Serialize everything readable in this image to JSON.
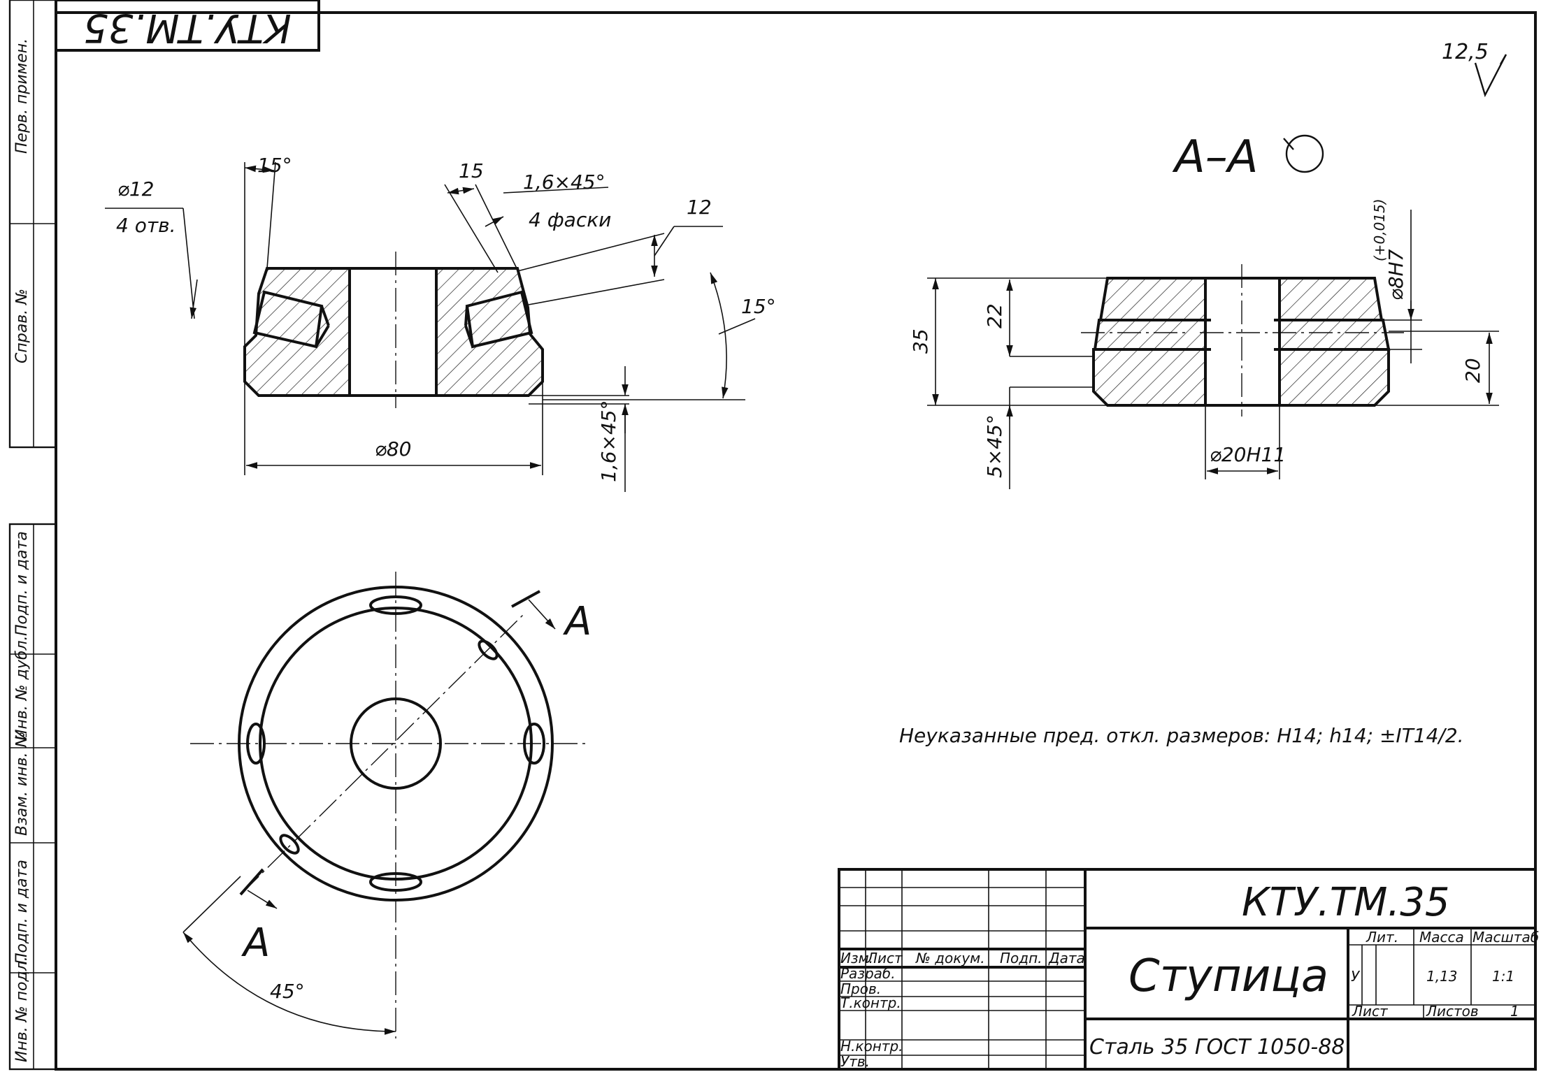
{
  "designation_top": "КТУ.ТМ.35",
  "roughness": "12,5",
  "section": {
    "label": "А–А"
  },
  "cut_marks": {
    "upper": "А",
    "lower": "А"
  },
  "angles": {
    "view": "45°"
  },
  "left_view_dims": {
    "hole_dia": "⌀12",
    "hole_count": "4 отв.",
    "angle_top": "15°",
    "dim_15": "15",
    "chamfer": "1,6×45°",
    "chamfer_count": "4 фаски",
    "dim_12": "12",
    "angle_right": "15°",
    "dia_80": "⌀80",
    "chamfer_bottom": "1,6×45°"
  },
  "section_dims": {
    "d35": "35",
    "d22": "22",
    "chamfer": "5×45°",
    "bore": "⌀20H11",
    "hole_fit": "⌀8H7",
    "hole_tol": "(+0,015)",
    "d20": "20"
  },
  "note": "Неуказанные пред. откл. размеров: H14; h14; ±IT14/2.",
  "side_labels": [
    "Перв. примен.",
    "Справ. №",
    "Подп. и дата",
    "Инв. № дубл.",
    "Взам. инв. №",
    "Подп. и дата",
    "Инв. № подл."
  ],
  "title_block": {
    "designation": "КТУ.ТМ.35",
    "part_name": "Ступица",
    "material": "Сталь 35 ГОСТ 1050-88",
    "headers": {
      "izm": "Изм.",
      "list": "Лист",
      "doc": "№ докум.",
      "sign": "Подп.",
      "date": "Дата"
    },
    "roles": [
      "Разраб.",
      "Пров.",
      "Т.контр.",
      "Н.контр.",
      "Утв."
    ],
    "lit_label": "Лит.",
    "mass_label": "Масса",
    "scale_label": "Масштаб",
    "lit_value": "У",
    "mass_value": "1,13",
    "scale_value": "1:1",
    "sheet_label": "Лист",
    "sheets_label": "Листов",
    "sheets_value": "1"
  }
}
